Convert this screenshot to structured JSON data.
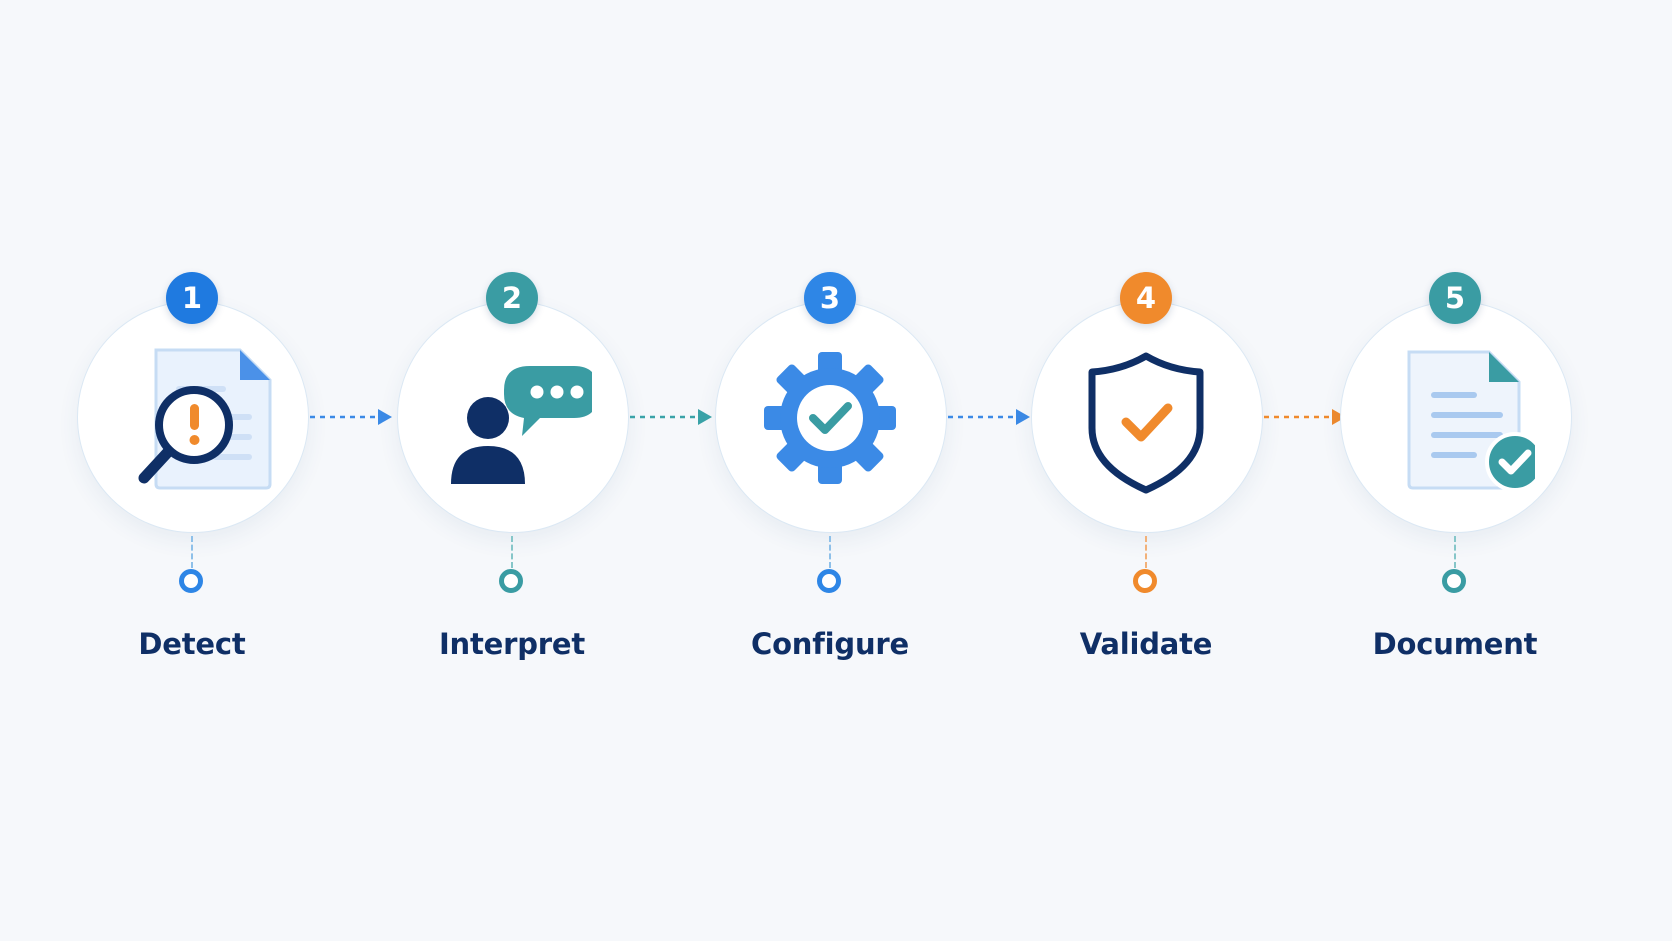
{
  "diagram": {
    "steps": [
      {
        "number": "1",
        "label": "Detect",
        "icon": "document-search-alert-icon",
        "color": "#1f7ae0"
      },
      {
        "number": "2",
        "label": "Interpret",
        "icon": "person-chat-icon",
        "color": "#3a9ca3"
      },
      {
        "number": "3",
        "label": "Configure",
        "icon": "gear-check-icon",
        "color": "#2e86e6"
      },
      {
        "number": "4",
        "label": "Validate",
        "icon": "shield-check-icon",
        "color": "#f08a2c"
      },
      {
        "number": "5",
        "label": "Document",
        "icon": "document-check-icon",
        "color": "#3a9ca3"
      }
    ],
    "connectors": [
      {
        "from": "1",
        "to": "2",
        "color": "#3b8ae6"
      },
      {
        "from": "2",
        "to": "3",
        "color": "#3aa3a8"
      },
      {
        "from": "3",
        "to": "4",
        "color": "#3b8ae6"
      },
      {
        "from": "4",
        "to": "5",
        "color": "#f08a2c"
      }
    ],
    "colors": {
      "navy": "#0f2f66",
      "blue": "#2e86e6",
      "teal": "#3a9ca3",
      "orange": "#f08a2c",
      "background": "#f6f8fb"
    }
  }
}
